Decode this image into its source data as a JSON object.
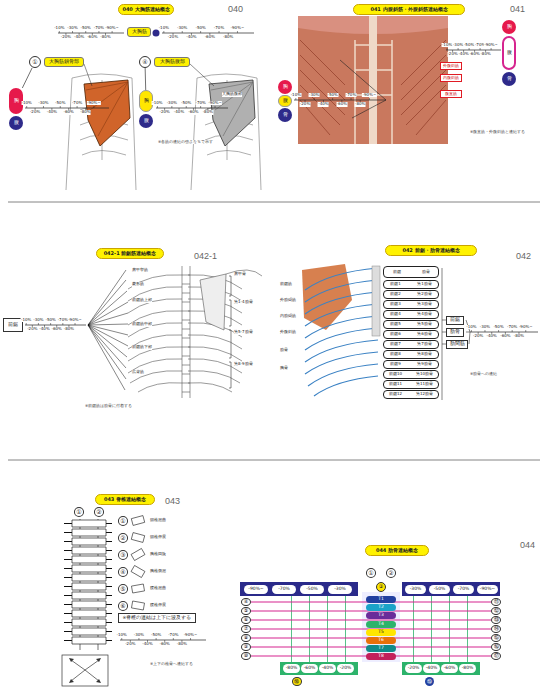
{
  "diagram": {
    "nodes": [
      {
        "text": [
          "040 大胸筋連結概念"
        ]
      },
      {
        "text": [
          "大胸筋"
        ]
      },
      {
        "text": [
          "①"
        ]
      },
      {
        "text": [
          "大胸筋鎖骨部"
        ]
      },
      {
        "text": [
          "胸"
        ]
      },
      {
        "text": [
          "腹"
        ]
      },
      {
        "text": [
          "④"
        ]
      },
      {
        "text": [
          "大胸筋腹部"
        ]
      },
      {
        "text": [
          "胸"
        ]
      },
      {
        "text": [
          "腹"
        ]
      },
      {
        "text": [
          "041 内腹斜筋・外腹斜筋連結概念"
        ]
      },
      {
        "text": [
          "胸"
        ]
      },
      {
        "text": [
          "腹"
        ]
      },
      {
        "text": [
          "骨"
        ]
      },
      {
        "text": [
          "胸"
        ]
      },
      {
        "text": [
          "腹"
        ]
      },
      {
        "text": [
          "骨"
        ]
      },
      {
        "text": [
          "外腹斜筋"
        ]
      },
      {
        "text": [
          "内腹斜筋"
        ]
      },
      {
        "text": [
          "腹直筋"
        ]
      },
      {
        "text": [
          "042-1 前鋸筋連結概念"
        ]
      },
      {
        "text": [
          "前鋸"
        ]
      },
      {
        "text": [
          "042 前鋸・肋骨連結概念"
        ]
      },
      {
        "text": [
          "前鋸",
          "肋骨"
        ]
      },
      {
        "text": [
          "前鋸1",
          "第1肋骨"
        ]
      },
      {
        "text": [
          "前鋸2",
          "第2肋骨"
        ]
      },
      {
        "text": [
          "前鋸3",
          "第3肋骨"
        ]
      },
      {
        "text": [
          "前鋸4",
          "第4肋骨"
        ]
      },
      {
        "text": [
          "前鋸5",
          "第5肋骨"
        ]
      },
      {
        "text": [
          "前鋸6",
          "第6肋骨"
        ]
      },
      {
        "text": [
          "前鋸7",
          "第7肋骨"
        ]
      },
      {
        "text": [
          "前鋸8",
          "第8肋骨"
        ]
      },
      {
        "text": [
          "前鋸9",
          "第9肋骨"
        ]
      },
      {
        "text": [
          "前鋸10",
          "第10肋骨"
        ]
      },
      {
        "text": [
          "前鋸11",
          "第11肋骨"
        ]
      },
      {
        "text": [
          "前鋸12",
          "第12肋骨"
        ]
      },
      {
        "text": [
          "前鋸"
        ]
      },
      {
        "text": [
          "肋骨"
        ]
      },
      {
        "text": [
          "肋間筋"
        ]
      },
      {
        "text": [
          "043 脊椎連結概念"
        ]
      },
      {
        "text": [
          "①"
        ]
      },
      {
        "text": [
          "②"
        ]
      },
      {
        "text": [
          "③"
        ]
      },
      {
        "text": [
          "④"
        ]
      },
      {
        "text": [
          "⑤"
        ]
      },
      {
        "text": [
          "⑥"
        ]
      },
      {
        "text": [
          "①"
        ]
      },
      {
        "text": [
          "②"
        ]
      },
      {
        "text": [
          "※脊椎の連結は上下に波及する"
        ]
      },
      {
        "text": [
          "044 肋骨連結概念"
        ]
      },
      {
        "text": [
          "-90%~"
        ]
      },
      {
        "text": [
          "-70%"
        ]
      },
      {
        "text": [
          "-50%"
        ]
      },
      {
        "text": [
          "-30%"
        ]
      },
      {
        "text": [
          "-30%"
        ]
      },
      {
        "text": [
          "-50%"
        ]
      },
      {
        "text": [
          "-70%"
        ]
      },
      {
        "text": [
          "-90%~"
        ]
      },
      {
        "text": [
          "-80%"
        ]
      },
      {
        "text": [
          "-60%"
        ]
      },
      {
        "text": [
          "-40%"
        ]
      },
      {
        "text": [
          "-20%"
        ]
      },
      {
        "text": [
          "-20%"
        ]
      },
      {
        "text": [
          "-40%"
        ]
      },
      {
        "text": [
          "-60%"
        ]
      },
      {
        "text": [
          "-80%"
        ]
      },
      {
        "text": [
          "①"
        ]
      },
      {
        "text": [
          "②"
        ]
      },
      {
        "text": [
          "③"
        ]
      },
      {
        "text": [
          "④"
        ]
      },
      {
        "text": [
          "⑤"
        ]
      },
      {
        "text": [
          "⑥"
        ]
      },
      {
        "text": [
          "⑦"
        ]
      },
      {
        "text": [
          "⑧"
        ]
      },
      {
        "text": [
          "⑨"
        ]
      },
      {
        "text": [
          "⑩"
        ]
      },
      {
        "text": [
          "⑪"
        ]
      },
      {
        "text": [
          "⑫"
        ]
      },
      {
        "text": [
          "⑬"
        ]
      },
      {
        "text": [
          "⑭"
        ]
      },
      {
        "text": [
          "⑮"
        ]
      },
      {
        "text": [
          "⑯"
        ]
      },
      {
        "text": [
          "⑰"
        ]
      },
      {
        "text": [
          "⑱"
        ]
      },
      {
        "text": [
          "⑲"
        ]
      },
      {
        "text": [
          "T1"
        ]
      },
      {
        "text": [
          "T2"
        ]
      },
      {
        "text": [
          "T3"
        ]
      },
      {
        "text": [
          "T4"
        ]
      },
      {
        "text": [
          "T5"
        ]
      },
      {
        "text": [
          "T6"
        ]
      },
      {
        "text": [
          "T7"
        ]
      },
      {
        "text": [
          "T8"
        ]
      }
    ],
    "edges": [
      {
        "from": 2,
        "to": 4,
        "arrow": "none"
      },
      {
        "from": 6,
        "to": 8,
        "arrow": "none"
      },
      {
        "from": 69,
        "to": 76,
        "arrow": "none"
      },
      {
        "from": 70,
        "to": 77,
        "arrow": "none"
      },
      {
        "from": 71,
        "to": 78,
        "arrow": "none"
      },
      {
        "from": 72,
        "to": 79,
        "arrow": "none"
      },
      {
        "from": 73,
        "to": 80,
        "arrow": "none"
      },
      {
        "from": 74,
        "to": 81,
        "arrow": "none"
      },
      {
        "from": 75,
        "to": 82,
        "arrow": "none"
      }
    ],
    "labels": [
      "040",
      "041",
      "042-1",
      "042",
      "043",
      "044",
      "-10%",
      "-30%",
      "-50%",
      "-70%",
      "-90%~",
      "-20%",
      "-40%",
      "-60%",
      "-80%",
      "-10%",
      "-30%",
      "-50%",
      "-70%",
      "-90%~",
      "-20%",
      "-40%",
      "-60%",
      "-80%",
      "-10%",
      "-30%",
      "-50%",
      "-70%",
      "-90%~",
      "-20%",
      "-40%",
      "-60%",
      "-80%",
      "-10%",
      "-30%",
      "-50%",
      "-70%",
      "-90%~",
      "-20%",
      "-40%",
      "-60%",
      "-80%",
      "-10%",
      "-30%",
      "-50%",
      "-70%",
      "-90%~",
      "-20%",
      "-40%",
      "-60%",
      "-80%",
      "-10%",
      "-30%",
      "-50%",
      "-70%",
      "-90%~",
      "-20%",
      "-40%",
      "-60%",
      "-80%",
      "-10%",
      "-30%",
      "-50%",
      "-70%",
      "-90%~",
      "-20%",
      "-40%",
      "-60%",
      "-80%",
      "-10%",
      "-30%",
      "-50%",
      "-70%",
      "-90%~",
      "-20%",
      "-40%",
      "-60%",
      "-80%",
      "-10%",
      "-30%",
      "-50%",
      "-70%",
      "-90%~",
      "-20%",
      "-40%",
      "-60%",
      "-80%",
      "大胸筋腹部",
      "※各筋の連結の強さを％で示す",
      "※腹直筋・外腹斜筋と連結する",
      "肩甲挙筋",
      "菱形筋",
      "前鋸筋上部",
      "前鋸筋中部",
      "前鋸筋下部",
      "広背筋",
      "肩甲骨",
      "第1-4肋骨",
      "第5-7肋骨",
      "第8-9肋骨",
      "※前鋸筋は肋骨に付着する",
      "前鋸筋",
      "外肋間筋",
      "内肋間筋",
      "外腹斜筋",
      "肋骨",
      "胸骨",
      "※肋骨への連結",
      "頸椎屈曲",
      "頸椎伸展",
      "胸椎回旋",
      "胸椎側屈",
      "腰椎屈曲",
      "腰椎伸展",
      "※上下の椎骨へ連結する"
    ]
  }
}
